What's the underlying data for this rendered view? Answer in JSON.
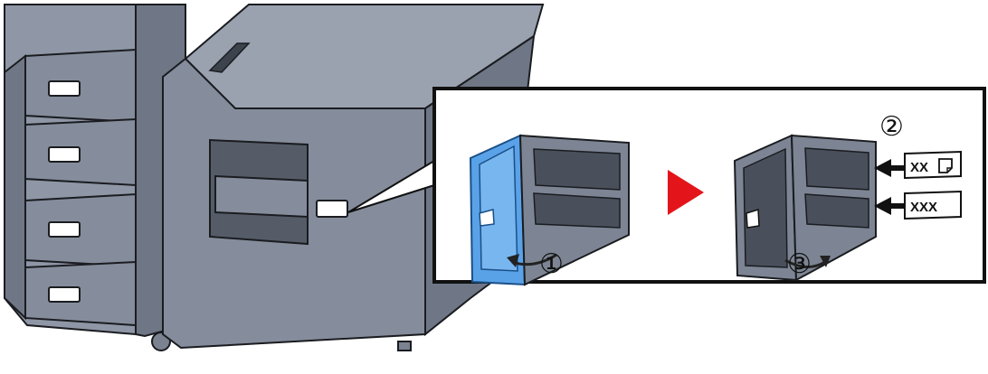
{
  "colors": {
    "machine_body": "#8f97a6",
    "machine_front": "#7f8796",
    "machine_side": "#6e7685",
    "machine_dark": "#555c68",
    "outline": "#1a1c20",
    "door_highlight": "#5aa2e8",
    "arrow_red": "#e3151b",
    "panel_border": "#111111",
    "label_card": "#ffffff"
  },
  "callout": {
    "step_1": "①",
    "step_2": "②",
    "step_3": "③",
    "card_top_text": "XX",
    "card_bottom_text": "XXX"
  },
  "icons": {
    "next_step": "red-triangle-arrow-icon",
    "rotate_open": "curved-arrow-left-icon",
    "rotate_close": "curved-arrow-right-icon",
    "insert": "insert-arrow-icon",
    "paper": "paper-size-icon"
  }
}
